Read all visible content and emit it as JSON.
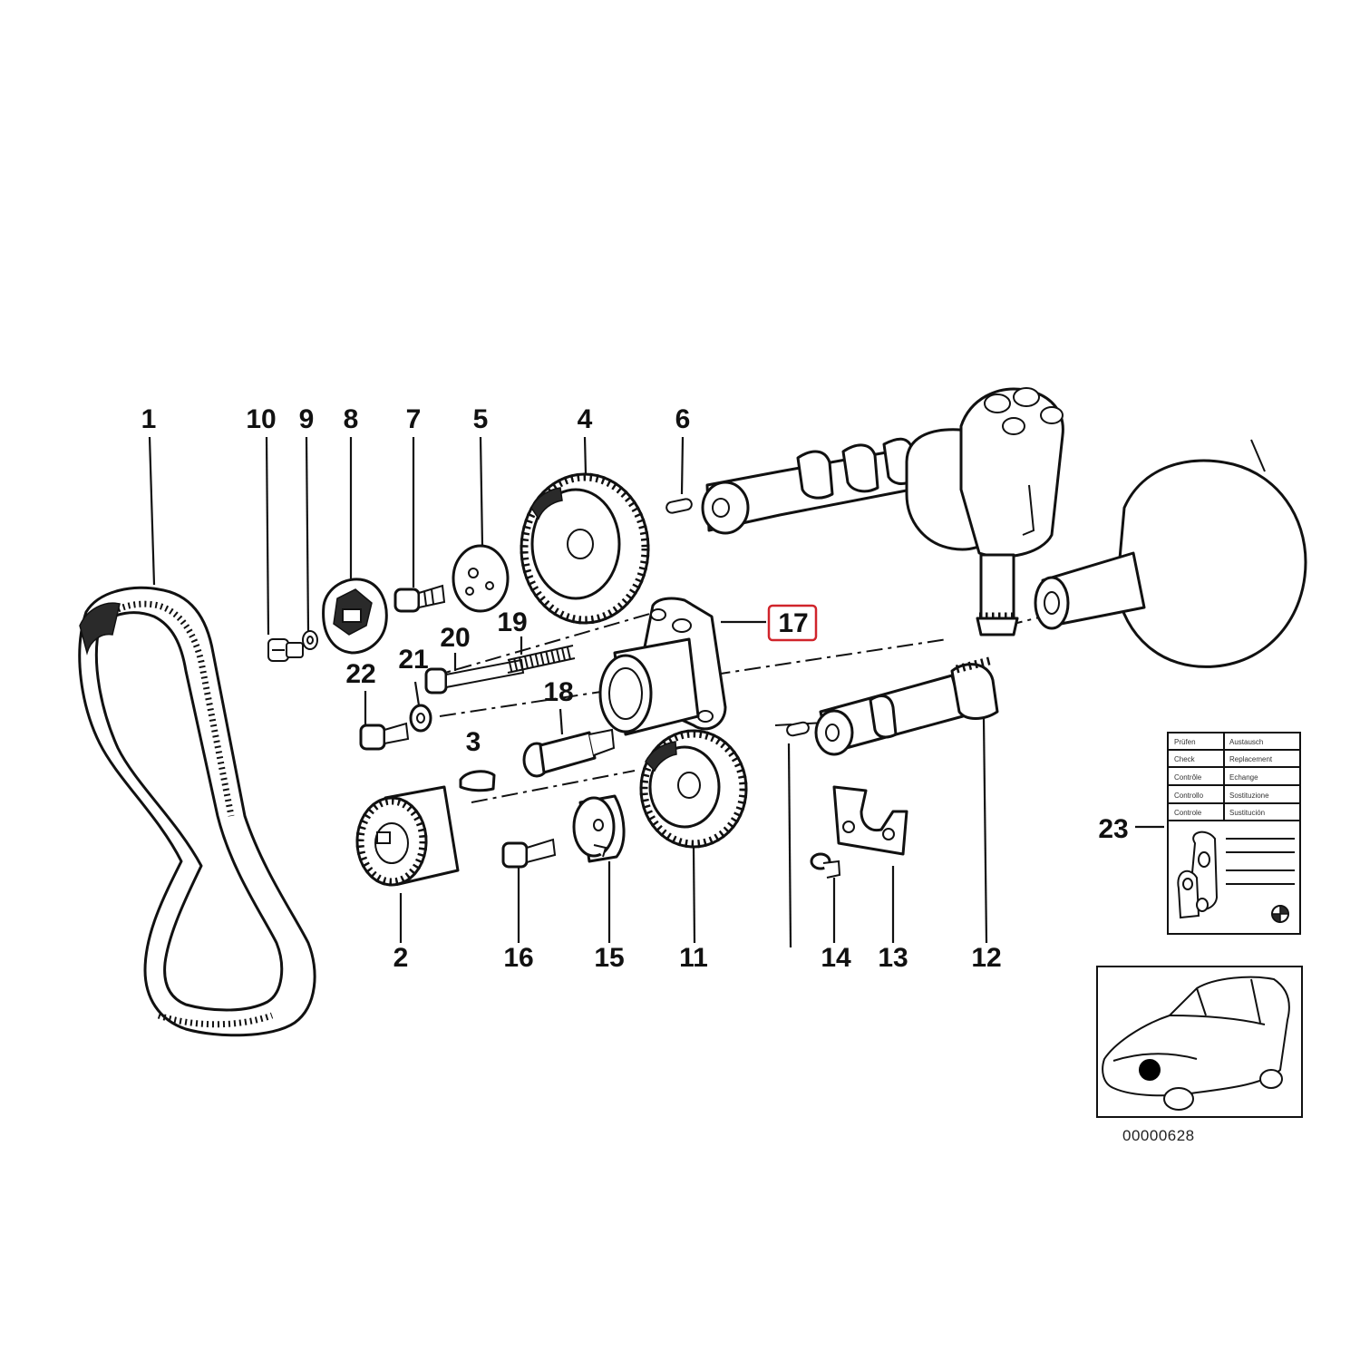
{
  "callouts": {
    "p1": "1",
    "p2": "2",
    "p3": "3",
    "p4": "4",
    "p5": "5",
    "p6": "6",
    "p7": "7",
    "p8": "8",
    "p9": "9",
    "p10": "10",
    "p11": "11",
    "p12": "12",
    "p13": "13",
    "p14": "14",
    "p15": "15",
    "p16": "16",
    "p17": "17",
    "p18": "18",
    "p19": "19",
    "p20": "20",
    "p21": "21",
    "p22": "22",
    "p23": "23"
  },
  "highlighted_part": "17",
  "reference_number": "00000628",
  "label_table": {
    "rows": [
      [
        "Prüfen",
        "Austausch"
      ],
      [
        "Check",
        "Replacement"
      ],
      [
        "Contrôle",
        "Echange"
      ],
      [
        "Controllo",
        "Sostituzione"
      ],
      [
        "Controle",
        "Sustitución"
      ]
    ]
  },
  "colors": {
    "ink": "#111111",
    "highlight": "#d0242b",
    "background": "#ffffff"
  }
}
